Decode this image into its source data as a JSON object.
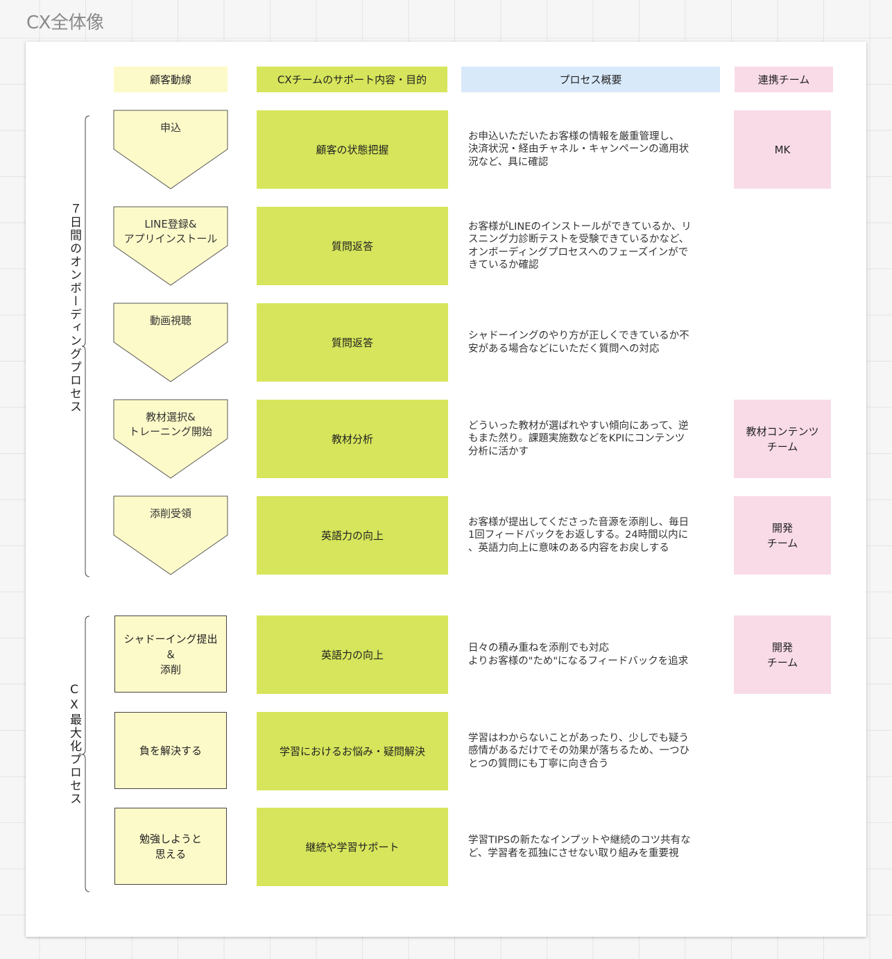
{
  "board_title": "CX全体像",
  "headers": {
    "flow": "顧客動線",
    "support": "CXチームのサポート内容・目的",
    "process": "プロセス概要",
    "team": "連携チーム"
  },
  "groups": {
    "onboarding": "７日間のオンボーディングプロセス",
    "cx_max": "CX最大化プロセス"
  },
  "rows": [
    {
      "flow": "申込",
      "support": "顧客の状態把握",
      "process": "お申込いただいたお客様の情報を厳重管理し、\n決済状況・経由チャネル・キャンペーンの適用状\n況など、具に確認",
      "team": "MK"
    },
    {
      "flow": "LINE登録&\nアプリインストール",
      "support": "質問返答",
      "process": "お客様がLINEのインストールができているか、リ\nスニング力診断テストを受験できているかなど、\nオンボーディングプロセスへのフェーズインがで\nきているか確認",
      "team": ""
    },
    {
      "flow": "動画視聴",
      "support": "質問返答",
      "process": "シャドーイングのやり方が正しくできているか不\n安がある場合などにいただく質問への対応",
      "team": ""
    },
    {
      "flow": "教材選択&\nトレーニング開始",
      "support": "教材分析",
      "process": "どういった教材が選ばれやすい傾向にあって、逆\nもまた然り。課題実施数などをKPIにコンテンツ\n分析に活かす",
      "team": "教材コンテンツ\nチーム"
    },
    {
      "flow": "添削受領",
      "support": "英語力の向上",
      "process": "お客様が提出してくださった音源を添削し、毎日\n1回フィードバックをお返しする。24時間以内に\n、英語力向上に意味のある内容をお戻しする",
      "team": "開発\nチーム"
    },
    {
      "flow": "シャドーイング提出\n＆\n添削",
      "support": "英語力の向上",
      "process": "日々の積み重ねを添削でも対応\nよりお客様の\"ため\"になるフィードバックを追求",
      "team": "開発\nチーム"
    },
    {
      "flow": "負を解決する",
      "support": "学習におけるお悩み・疑問解決",
      "process": "学習はわからないことがあったり、少しでも疑う\n感情があるだけでその効果が落ちるため、一つひ\nとつの質問にも丁寧に向き合う",
      "team": ""
    },
    {
      "flow": "勉強しようと\n思える",
      "support": "継続や学習サポート",
      "process": "学習TIPSの新たなインプットや継続のコツ共有な\nど、学習者を孤独にさせない取り組みを重要視",
      "team": ""
    }
  ]
}
